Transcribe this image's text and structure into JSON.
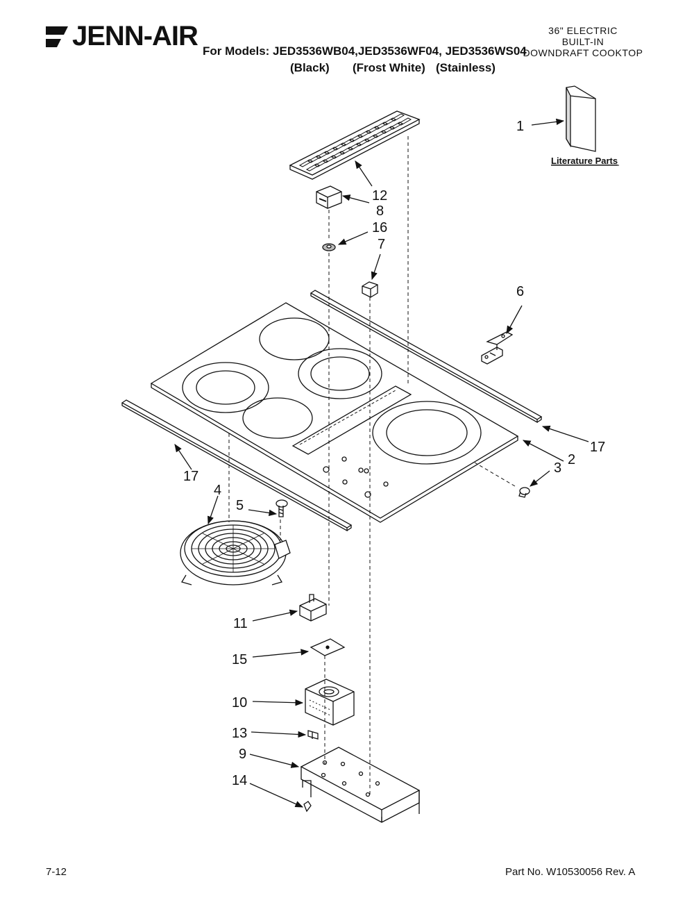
{
  "header": {
    "brand": "JENN-AIR",
    "models_line": "For Models: JED3536WB04,JED3536WF04, JED3536WS04",
    "finishes": [
      "(Black)",
      "(Frost White)",
      "(Stainless)"
    ],
    "product_title": [
      "36\" ELECTRIC",
      "BUILT-IN",
      "DOWNDRAFT COOKTOP"
    ]
  },
  "literature_label": "Literature Parts",
  "callouts": [
    {
      "id": "c1",
      "label": "1"
    },
    {
      "id": "c12",
      "label": "12"
    },
    {
      "id": "c8",
      "label": "8"
    },
    {
      "id": "c16",
      "label": "16"
    },
    {
      "id": "c7",
      "label": "7"
    },
    {
      "id": "c6",
      "label": "6"
    },
    {
      "id": "c17a",
      "label": "17"
    },
    {
      "id": "c2",
      "label": "2"
    },
    {
      "id": "c3",
      "label": "3"
    },
    {
      "id": "c17b",
      "label": "17"
    },
    {
      "id": "c4",
      "label": "4"
    },
    {
      "id": "c5",
      "label": "5"
    },
    {
      "id": "c11",
      "label": "11"
    },
    {
      "id": "c15",
      "label": "15"
    },
    {
      "id": "c10",
      "label": "10"
    },
    {
      "id": "c13",
      "label": "13"
    },
    {
      "id": "c9",
      "label": "9"
    },
    {
      "id": "c14",
      "label": "14"
    }
  ],
  "footer": {
    "page_number": "7-12",
    "part_number": "Part No. W10530056 Rev. A"
  }
}
